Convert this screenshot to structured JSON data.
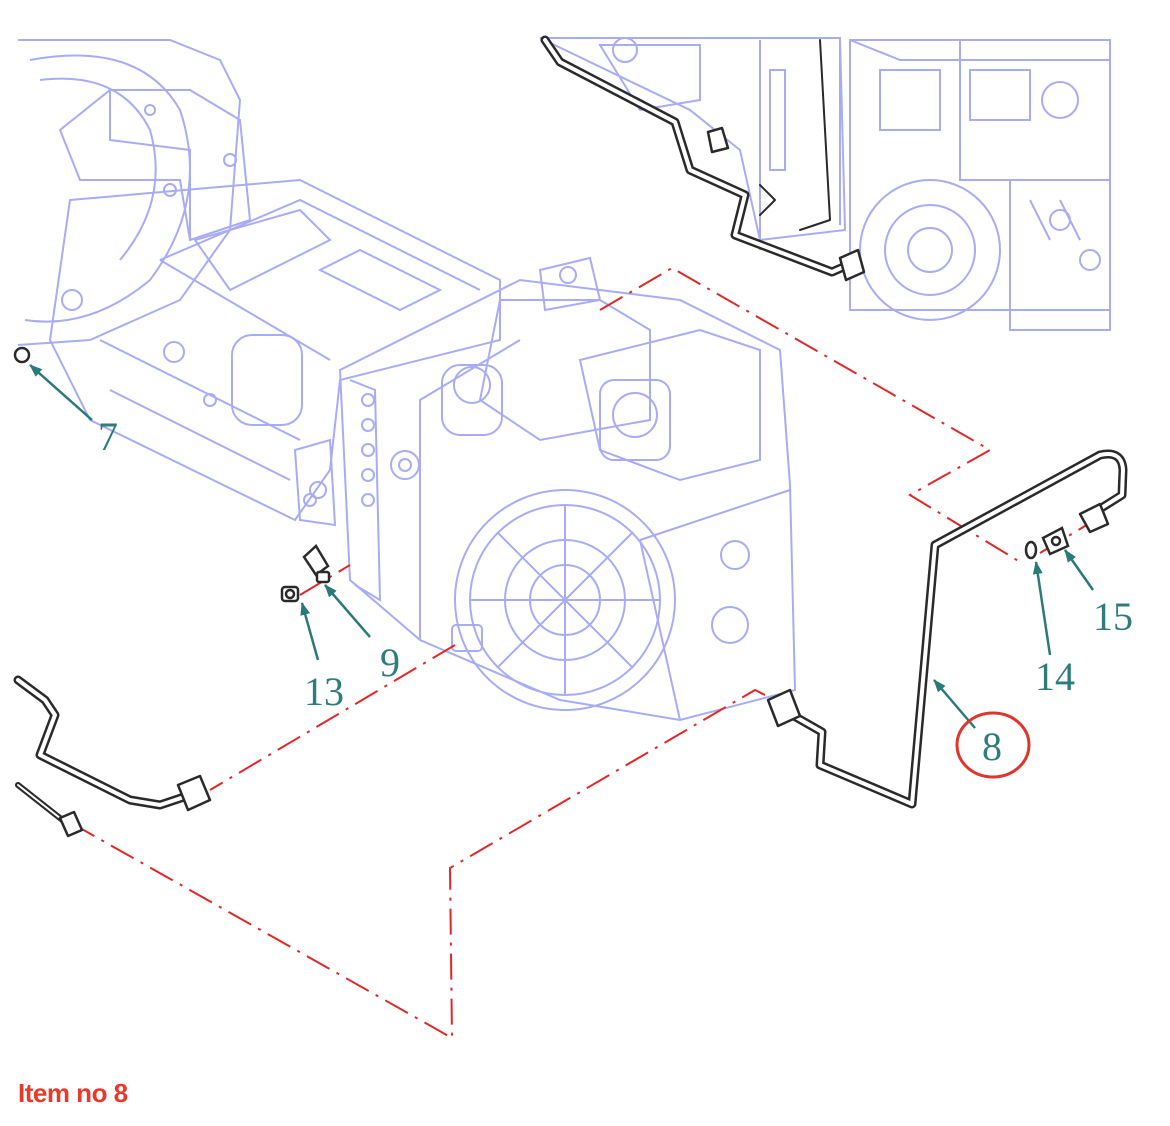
{
  "colors": {
    "machine": "#a8acf4",
    "machine_fill": "#ffffff",
    "pipe": "#2a2a2a",
    "dash": "#e02828",
    "leader": "#2a7a78",
    "callout_text": "#2f7d7a",
    "highlight": "#e0352b",
    "caption": "#e8392b"
  },
  "callouts": [
    {
      "id": "7",
      "label": "7"
    },
    {
      "id": "9",
      "label": "9"
    },
    {
      "id": "13",
      "label": "13"
    },
    {
      "id": "14",
      "label": "14"
    },
    {
      "id": "15",
      "label": "15"
    },
    {
      "id": "8",
      "label": "8",
      "highlighted": true
    }
  ],
  "caption": "Item no 8"
}
